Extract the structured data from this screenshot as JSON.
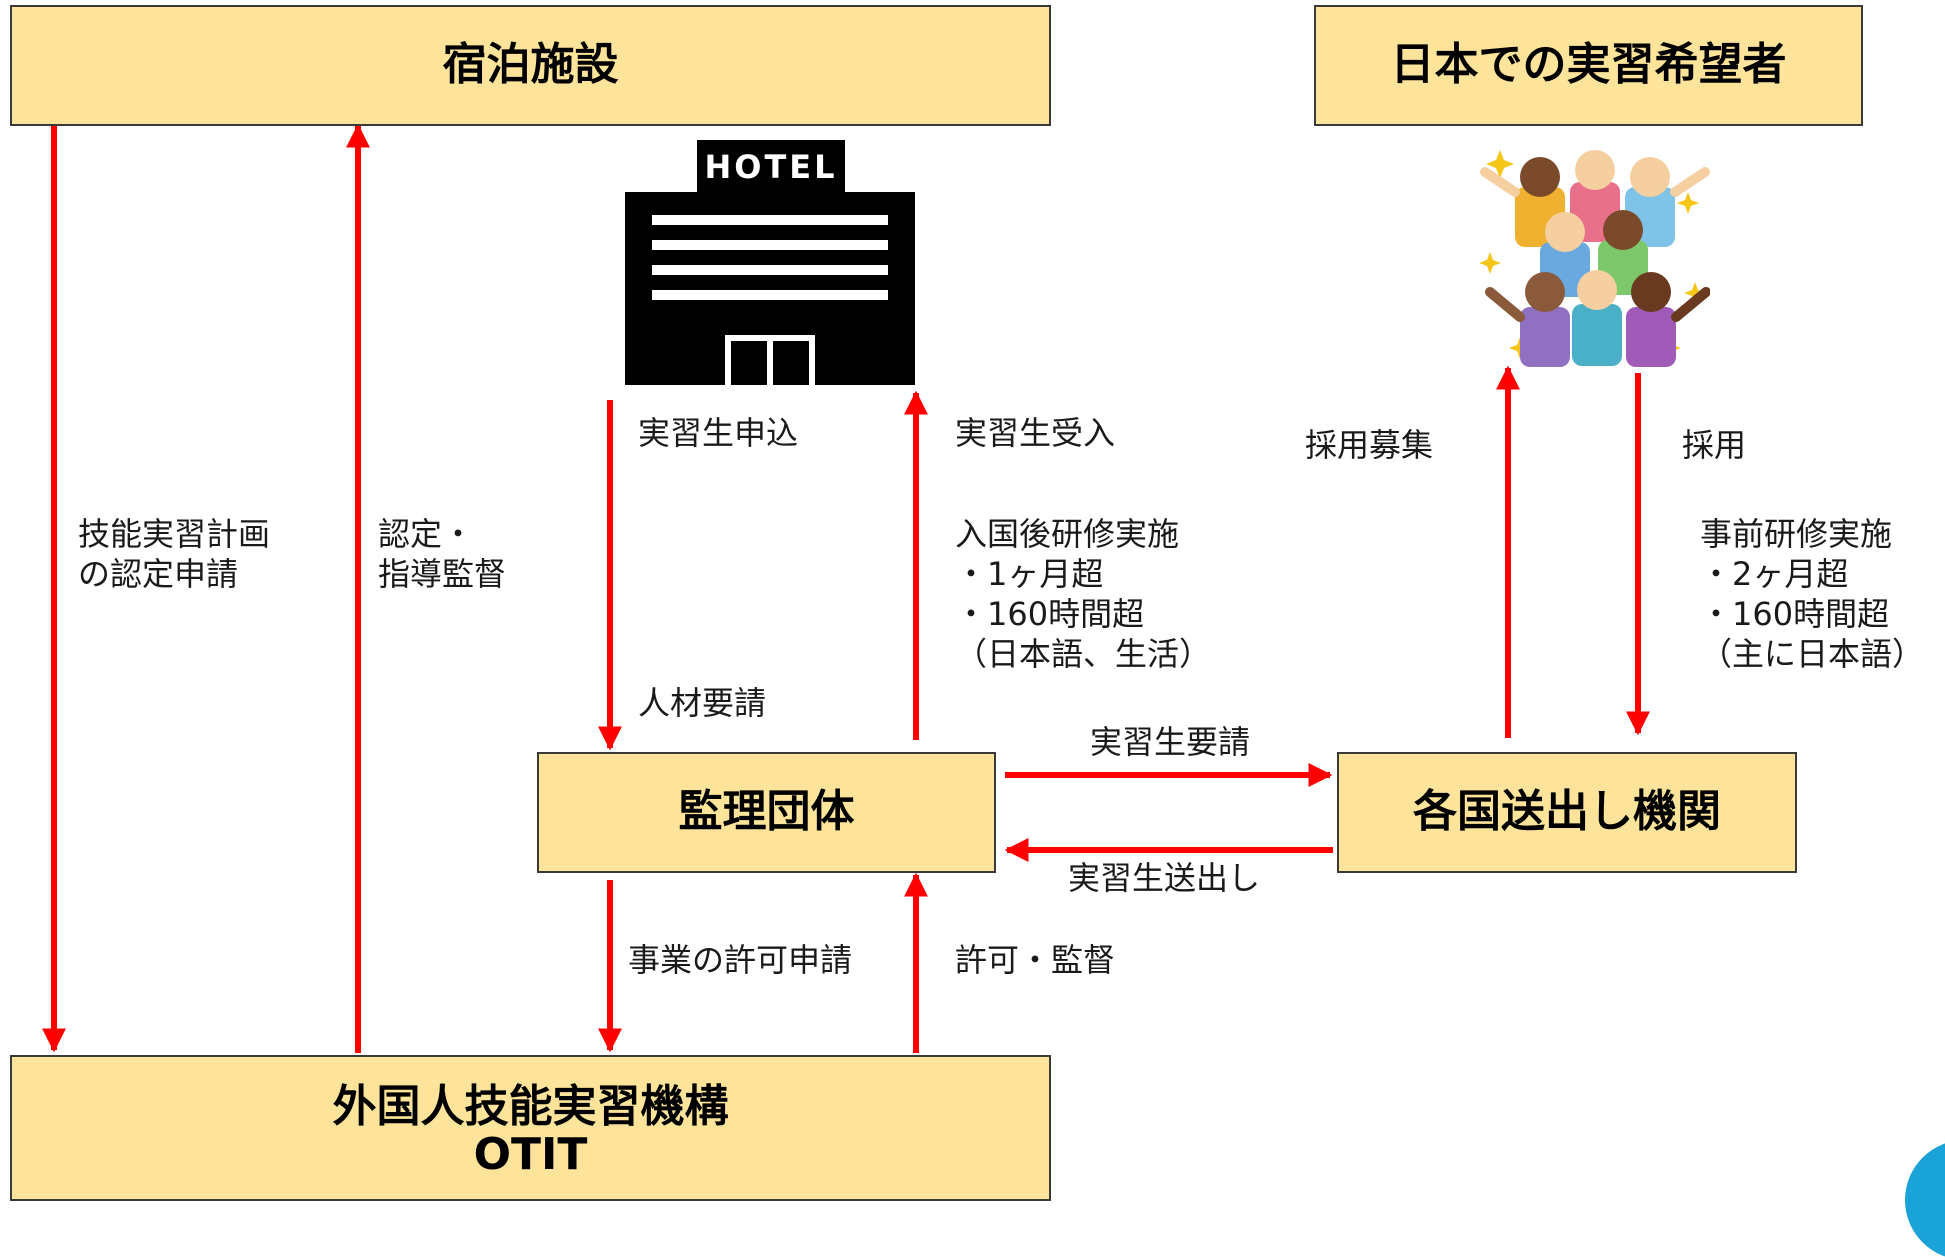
{
  "boxes": {
    "hotel": "宿泊施設",
    "applicant": "日本での実習希望者",
    "supervisor": "監理団体",
    "sending": "各国送出し機関",
    "otit_line1": "外国人技能実習機構",
    "otit_line2": "OTIT"
  },
  "hotel_icon": {
    "sign": "HOTEL"
  },
  "labels": {
    "plan_application": [
      "技能実習計画",
      "の認定申請"
    ],
    "certification": [
      "認定・",
      "指導監督"
    ],
    "intern_application": "実習生申込",
    "personnel_request": "人材要請",
    "intern_acceptance": "実習生受入",
    "post_entry_training": [
      "入国後研修実施",
      "・1ヶ月超",
      "・160時間超",
      "（日本語、生活）"
    ],
    "intern_request": "実習生要請",
    "intern_dispatch": "実習生送出し",
    "business_permit": "事業の許可申請",
    "permit_supervision": "許可・監督",
    "recruitment": "採用募集",
    "hiring": "採用",
    "pre_training": [
      "事前研修実施",
      "・2ヶ月超",
      "・160時間超",
      "（主に日本語）"
    ]
  },
  "colors": {
    "box_fill": "#fde49a",
    "arrow": "#ff0000",
    "corner_accent": "#1aa3d9"
  }
}
